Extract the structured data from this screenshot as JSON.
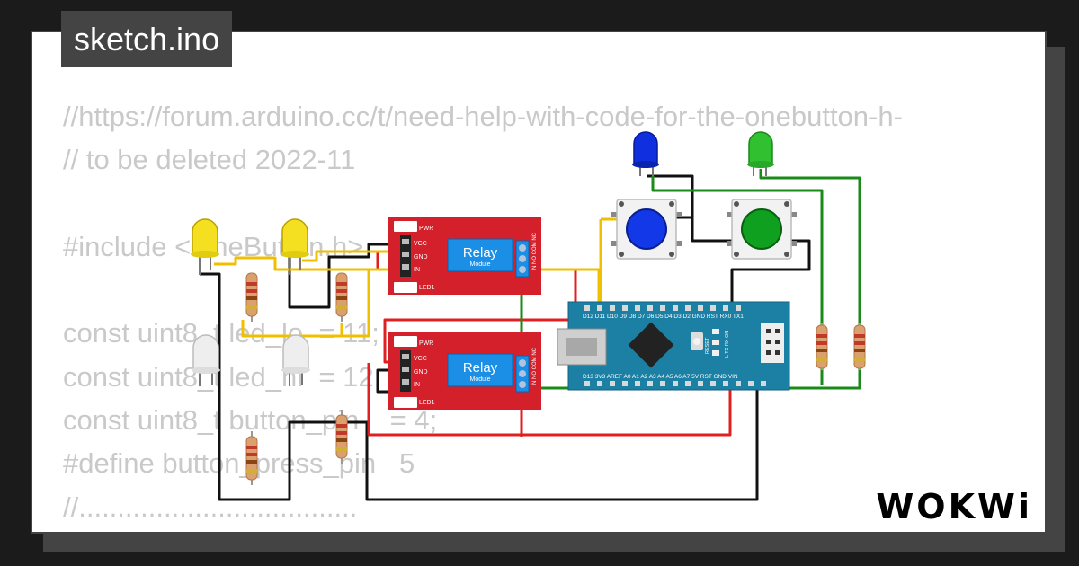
{
  "tab": {
    "filename": "sketch.ino"
  },
  "code_lines": [
    "//https://forum.arduino.cc/t/need-help-with-code-for-the-onebutton-h-",
    "// to be deleted 2022-11",
    "",
    "#include <OneButton.h>",
    "",
    "const uint8_t led_lo  = 11;",
    "const uint8_t led_hi  = 12;",
    "const uint8_t button_pin    = 4;",
    "#define button_press_pin   5",
    "//...................................."
  ],
  "relay": {
    "pins_left": [
      "PWR",
      "VCC",
      "GND",
      "IN",
      "LED1"
    ],
    "title": "Relay",
    "subtitle": "Module",
    "pins_right": "N NO COM NC",
    "led_label_2": "LED1"
  },
  "nano": {
    "top_pins": "D12 D11 D10 D9 D8 D7 D6 D5 D4 D3 D2 GND RST RX0 TX1",
    "bottom_pins": "D13 3V3 AREF A0 A1 A2 A3 A4 A5 A6 A7 5V RST GND VIN",
    "reset_label": "RESET",
    "led_labels": "L TX RX ON"
  },
  "brand": {
    "logo": "WOKWi"
  },
  "colors": {
    "wire_black": "#111111",
    "wire_red": "#e02020",
    "wire_green": "#1a8a1a",
    "wire_yellow": "#f0c000",
    "relay_board": "#d3202b",
    "nano_board": "#1c7fa4",
    "led_yellow": "#f4e020",
    "led_white": "#e6e6e6",
    "led_blue": "#1030e0",
    "led_green": "#30c030",
    "button_blue": "#1238e8",
    "button_green": "#10a020"
  }
}
